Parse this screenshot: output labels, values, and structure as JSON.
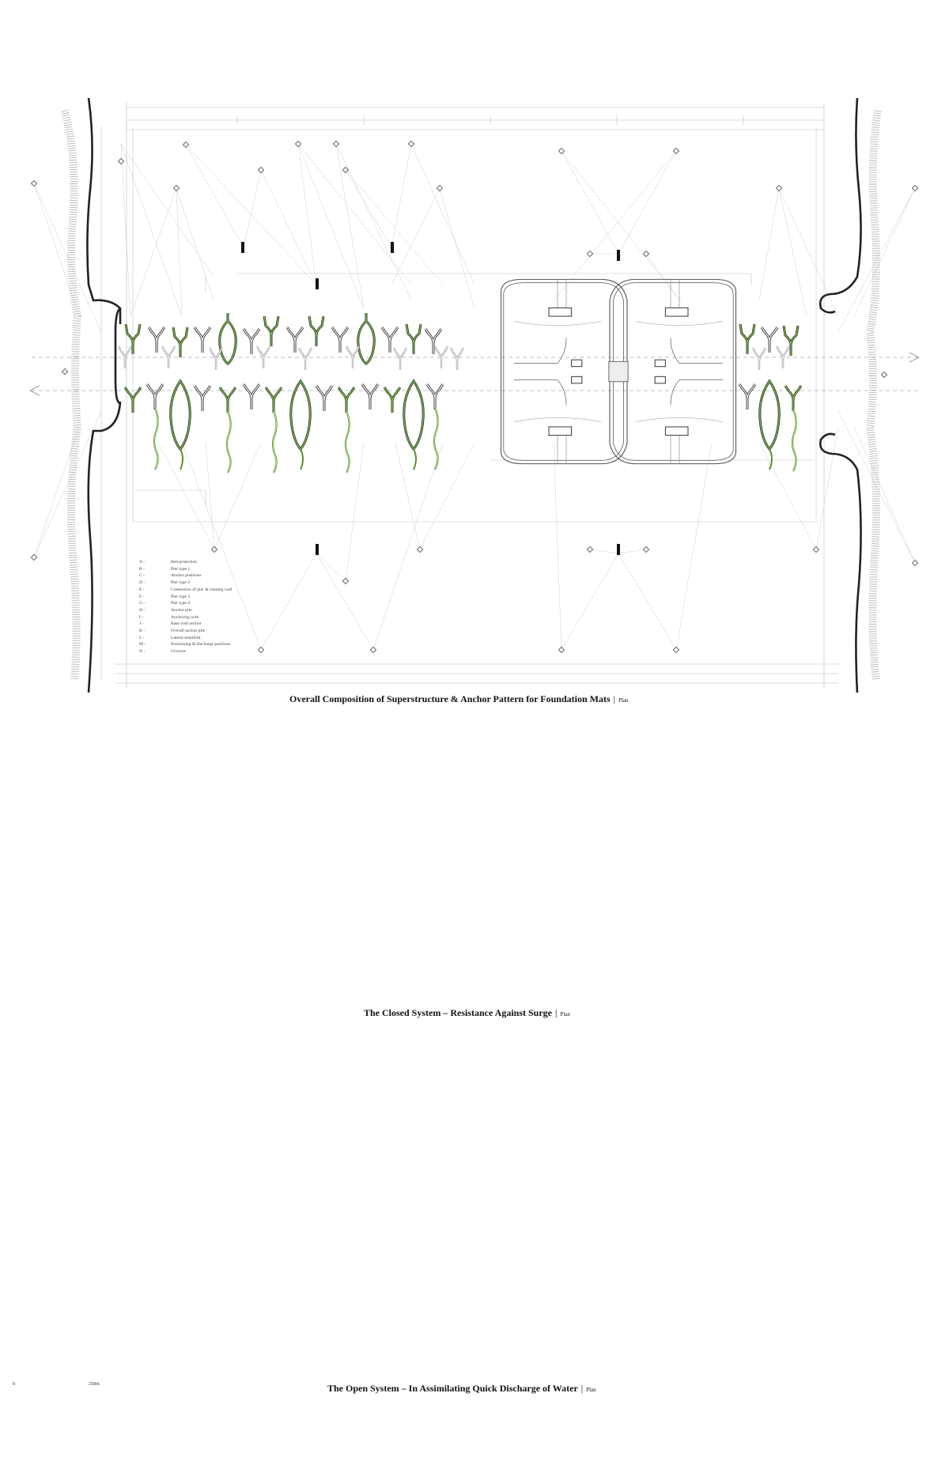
{
  "captions": {
    "plan1": {
      "title": "Overall Composition of Superstructure & Anchor Pattern for Foundation Mats",
      "separator": "|",
      "tag": "Plan"
    },
    "plan2": {
      "title": "The Closed System – Resistance Against Surge",
      "separator": "|",
      "tag": "Plan"
    },
    "plan3": {
      "title": "The Open System – In Assimilating Quick Discharge of Water",
      "separator": "|",
      "tag": "Plan"
    }
  },
  "legend": [
    {
      "key": "A -",
      "label": "Bed protection"
    },
    {
      "key": "B -",
      "label": "Pier type 1"
    },
    {
      "key": "C -",
      "label": "Anchor positions"
    },
    {
      "key": "D -",
      "label": "Pier type 2"
    },
    {
      "key": "E -",
      "label": "Connection of pier & rotating wall"
    },
    {
      "key": "F -",
      "label": "Pier type 3"
    },
    {
      "key": "G -",
      "label": "Pier type 4"
    },
    {
      "key": "H -",
      "label": "Anchor pile"
    },
    {
      "key": "I -",
      "label": "Anchoring wire"
    },
    {
      "key": "J -",
      "label": "Base wall anchor"
    },
    {
      "key": "K -",
      "label": "Overall anchor pile"
    },
    {
      "key": "L -",
      "label": "Lateral manifold"
    },
    {
      "key": "M -",
      "label": "Positioning & discharge positions"
    },
    {
      "key": "N -",
      "label": "Grooves"
    }
  ],
  "scale_bar": {
    "start": "0",
    "end": "250m"
  },
  "colors": {
    "ink": "#333333",
    "green": "#7bc043",
    "greenDark": "#5a8f2c",
    "faint": "#bdbdbd"
  }
}
